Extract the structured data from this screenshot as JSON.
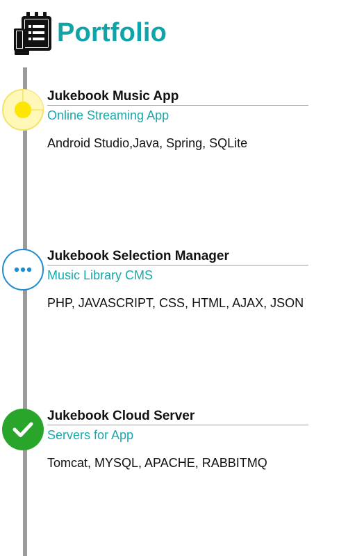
{
  "header": {
    "title": "Portfolio",
    "icon": "notepad-portfolio-icon"
  },
  "colors": {
    "accent": "#10a4a8",
    "timeline": "#9b9b9b",
    "in_progress": "#fff200",
    "planned": "#1f8dd0",
    "done": "#2aa52b"
  },
  "timeline": {
    "items": [
      {
        "title": "Jukebook Music App",
        "subtitle": "Online Streaming App",
        "tech": "Android Studio,Java, Spring, SQLite",
        "status": "in-progress",
        "icon": "progress-pie-icon"
      },
      {
        "title": "Jukebook Selection Manager",
        "subtitle": "Music Library CMS",
        "tech": "PHP, JAVASCRIPT, CSS, HTML, AJAX, JSON",
        "status": "pending",
        "icon": "more-dots-icon"
      },
      {
        "title": "Jukebook Cloud Server",
        "subtitle": "Servers for App",
        "tech": "Tomcat, MYSQL, APACHE, RABBITMQ",
        "status": "done",
        "icon": "checkmark-icon"
      }
    ]
  }
}
